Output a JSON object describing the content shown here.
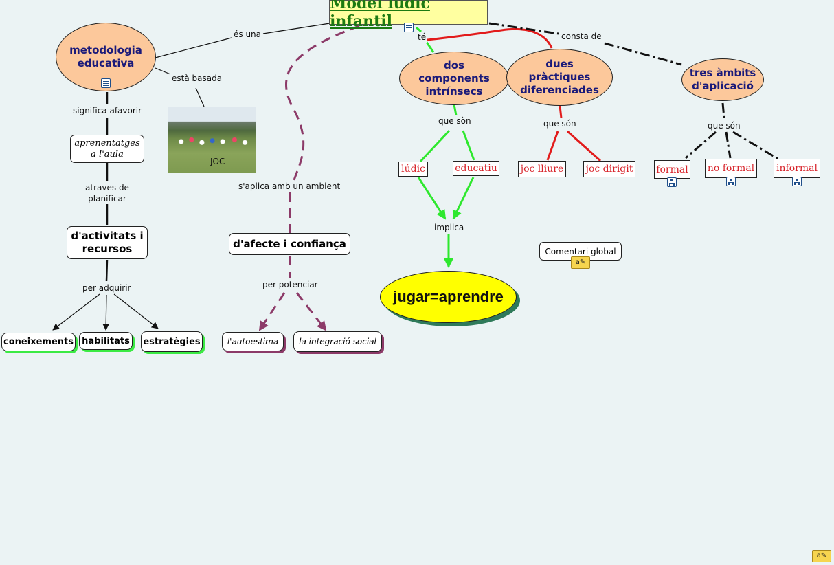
{
  "colors": {
    "background": "#ebf3f4",
    "oval_fill": "#fcc89b",
    "oval_text": "#1a1a7a",
    "title_fill": "#ffffa0",
    "title_text": "#1c7a12",
    "green_link": "#2ee82e",
    "red_link": "#e21b1b",
    "purple_link": "#8c3a68",
    "red_text": "#d8232a",
    "yellow_oval": "#ffff00"
  },
  "title": "Model lúdic infantil",
  "left": {
    "concept": "metodologia educativa",
    "link_es_una": "és una",
    "link_esta_basada": "està basada",
    "photo_caption": "JOC",
    "link_significa": "significa afavorir",
    "aprenentatges": "aprenentatges a l'aula",
    "link_atraves": "atraves de planificar",
    "activitats": "d'activitats i recursos",
    "link_per_adquirir": "per adquirir",
    "targets": [
      "coneixements",
      "habilitats",
      "estratègies"
    ]
  },
  "middle": {
    "link_aplica": "s'aplica amb un ambient",
    "afecte": "d'afecte i confiança",
    "link_potenciar": "per potenciar",
    "targets": [
      "l'autoestima",
      "la integració social"
    ]
  },
  "center": {
    "link_te": "té",
    "components": "dos components intrínsecs",
    "link_que_son_1": "que sòn",
    "items": [
      "lúdic",
      "educatiu"
    ],
    "link_implica": "implica",
    "result": "jugar=aprendre",
    "comment": "Comentari global",
    "practiques": "dues pràctiques diferenciades",
    "link_que_son_2": "que són",
    "practice_items": [
      "joc lliure",
      "joc dirigit"
    ]
  },
  "right": {
    "link_consta": "consta de",
    "ambits": "tres àmbits d'aplicació",
    "link_que_son": "que són",
    "items": [
      "formal",
      "no formal",
      "informal"
    ]
  },
  "icons": {
    "doc": "document-icon",
    "map": "concept-map-icon",
    "note": "annotation-note-icon"
  }
}
